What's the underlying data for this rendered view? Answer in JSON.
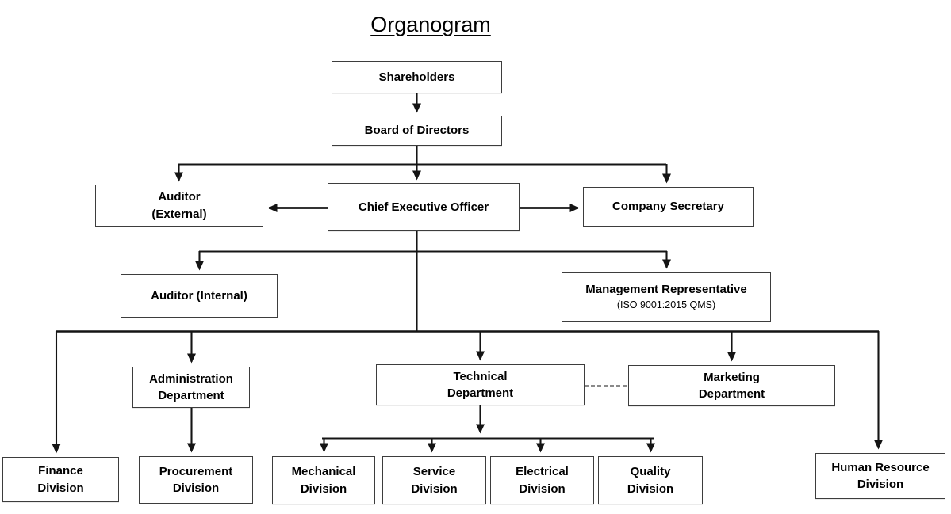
{
  "title": "Organogram",
  "colors": {
    "background": "#ffffff",
    "line": "#141414",
    "box_border": "#3d3d3d",
    "text": "#000000"
  },
  "nodes": {
    "shareholders": {
      "lines": [
        "Shareholders"
      ]
    },
    "board_of_directors": {
      "lines": [
        "Board of Directors"
      ]
    },
    "auditor_external": {
      "lines": [
        "Auditor",
        "(External)"
      ]
    },
    "ceo": {
      "lines": [
        "Chief Executive Officer"
      ]
    },
    "company_secretary": {
      "lines": [
        "Company Secretary"
      ]
    },
    "auditor_internal": {
      "lines": [
        "Auditor (Internal)"
      ]
    },
    "management_representative": {
      "lines": [
        "Management Representative",
        "(ISO 9001:2015 QMS)"
      ]
    },
    "administration": {
      "lines": [
        "Administration",
        "Department"
      ]
    },
    "technical": {
      "lines": [
        "Technical",
        "Department"
      ]
    },
    "marketing": {
      "lines": [
        "Marketing",
        "Department"
      ]
    },
    "finance": {
      "lines": [
        "Finance",
        "Division"
      ]
    },
    "procurement": {
      "lines": [
        "Procurement",
        "Division"
      ]
    },
    "mechanical": {
      "lines": [
        "Mechanical",
        "Division"
      ]
    },
    "service": {
      "lines": [
        "Service",
        "Division"
      ]
    },
    "electrical": {
      "lines": [
        "Electrical",
        "Division"
      ]
    },
    "quality": {
      "lines": [
        "Quality",
        "Division"
      ]
    },
    "human_resource": {
      "lines": [
        "Human Resource",
        "Division"
      ]
    }
  },
  "edges": [
    {
      "from": "Shareholders",
      "to": "Board of Directors",
      "style": "solid-arrow"
    },
    {
      "from": "Board of Directors",
      "to": "Auditor (External)",
      "style": "solid-arrow"
    },
    {
      "from": "Board of Directors",
      "to": "Chief Executive Officer",
      "style": "solid-arrow"
    },
    {
      "from": "Board of Directors",
      "to": "Company Secretary",
      "style": "solid-arrow"
    },
    {
      "from": "Chief Executive Officer",
      "to": "Auditor (External)",
      "style": "solid-arrow"
    },
    {
      "from": "Chief Executive Officer",
      "to": "Company Secretary",
      "style": "solid-arrow"
    },
    {
      "from": "Chief Executive Officer",
      "to": "Auditor (Internal)",
      "style": "solid-arrow"
    },
    {
      "from": "Chief Executive Officer",
      "to": "Management Representative (ISO 9001:2015 QMS)",
      "style": "solid-arrow"
    },
    {
      "from": "Chief Executive Officer",
      "to": "Administration Department",
      "style": "solid-arrow"
    },
    {
      "from": "Chief Executive Officer",
      "to": "Technical Department",
      "style": "solid-arrow"
    },
    {
      "from": "Chief Executive Officer",
      "to": "Marketing Department",
      "style": "solid-arrow"
    },
    {
      "from": "Chief Executive Officer",
      "to": "Finance Division",
      "style": "solid-arrow"
    },
    {
      "from": "Chief Executive Officer",
      "to": "Human Resource Division",
      "style": "solid-arrow"
    },
    {
      "from": "Administration Department",
      "to": "Procurement Division",
      "style": "solid-arrow"
    },
    {
      "from": "Technical Department",
      "to": "Mechanical Division",
      "style": "solid-arrow"
    },
    {
      "from": "Technical Department",
      "to": "Service Division",
      "style": "solid-arrow"
    },
    {
      "from": "Technical Department",
      "to": "Electrical Division",
      "style": "solid-arrow"
    },
    {
      "from": "Technical Department",
      "to": "Quality Division",
      "style": "solid-arrow"
    },
    {
      "from": "Technical Department",
      "to": "Marketing Department",
      "style": "dashed"
    }
  ]
}
